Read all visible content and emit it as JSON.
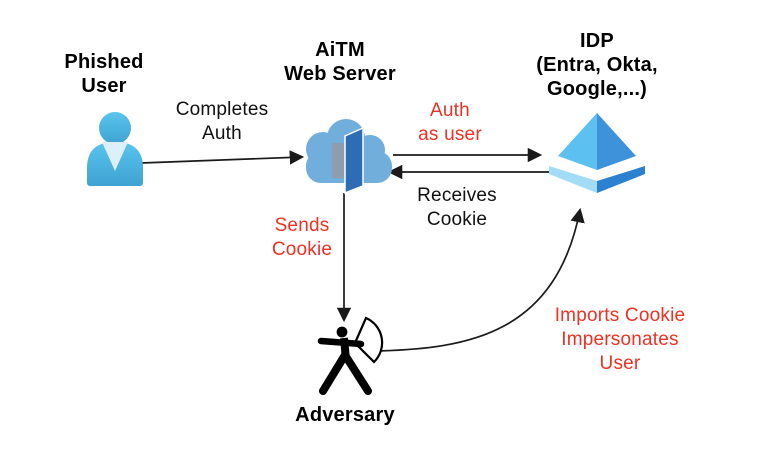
{
  "nodes": {
    "phished_user": {
      "label": "Phished\nUser",
      "icon": "person-icon"
    },
    "aitm_server": {
      "label": "AiTM\nWeb Server",
      "icon": "cloud-door-icon"
    },
    "idp": {
      "label": "IDP\n(Entra, Okta,\nGoogle,...)",
      "icon": "pyramid-icon"
    },
    "adversary": {
      "label": "Adversary",
      "icon": "archer-icon"
    }
  },
  "edges": {
    "completes_auth": {
      "label": "Completes\nAuth",
      "from": "phished_user",
      "to": "aitm_server",
      "color": "black"
    },
    "auth_as_user": {
      "label": "Auth\nas user",
      "from": "aitm_server",
      "to": "idp",
      "color": "red"
    },
    "receives_cookie": {
      "label": "Receives\nCookie",
      "from": "idp",
      "to": "aitm_server",
      "color": "black"
    },
    "sends_cookie": {
      "label": "Sends\nCookie",
      "from": "aitm_server",
      "to": "adversary",
      "color": "red"
    },
    "imports_cookie": {
      "label": "Imports Cookie\nImpersonates User",
      "from": "adversary",
      "to": "idp",
      "color": "red"
    }
  },
  "colors": {
    "background": "#ffffff",
    "label_red": "#ee3124",
    "label_black": "#111111",
    "arrow_black": "#1a1a1a",
    "cloud_blue": "#72aedb",
    "door_blue": "#2e6cb6",
    "doorway_gray": "#8e9dad",
    "user_blue_light": "#5ac4ee",
    "user_blue_dark": "#3fa2d2",
    "user_collar": "#ddeffa",
    "pyramid_left": "#5cc0f0",
    "pyramid_right": "#3e92da",
    "band_left": "#a3dcf6",
    "band_right": "#2b80d0",
    "adversary_black": "#000000"
  }
}
